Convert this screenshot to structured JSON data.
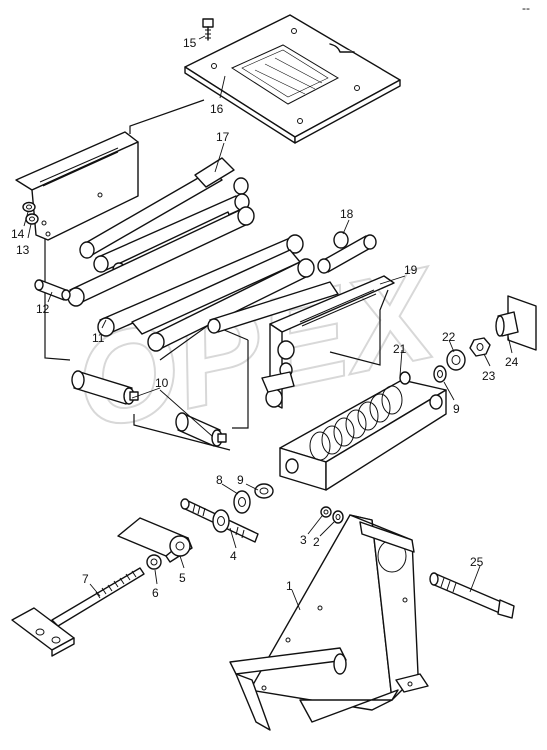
{
  "watermark": "OPEX",
  "corner_mark": "--",
  "labels": {
    "l1": "1",
    "l2": "2",
    "l3": "3",
    "l4": "4",
    "l5": "5",
    "l6": "6",
    "l7": "7",
    "l8": "8",
    "l9a": "9",
    "l9b": "9",
    "l10": "10",
    "l11": "11",
    "l12": "12",
    "l13": "13",
    "l14": "14",
    "l15": "15",
    "l16": "16",
    "l17": "17",
    "l18": "18",
    "l19": "19",
    "l21": "21",
    "l22": "22",
    "l23": "23",
    "l24": "24",
    "l25": "25"
  }
}
